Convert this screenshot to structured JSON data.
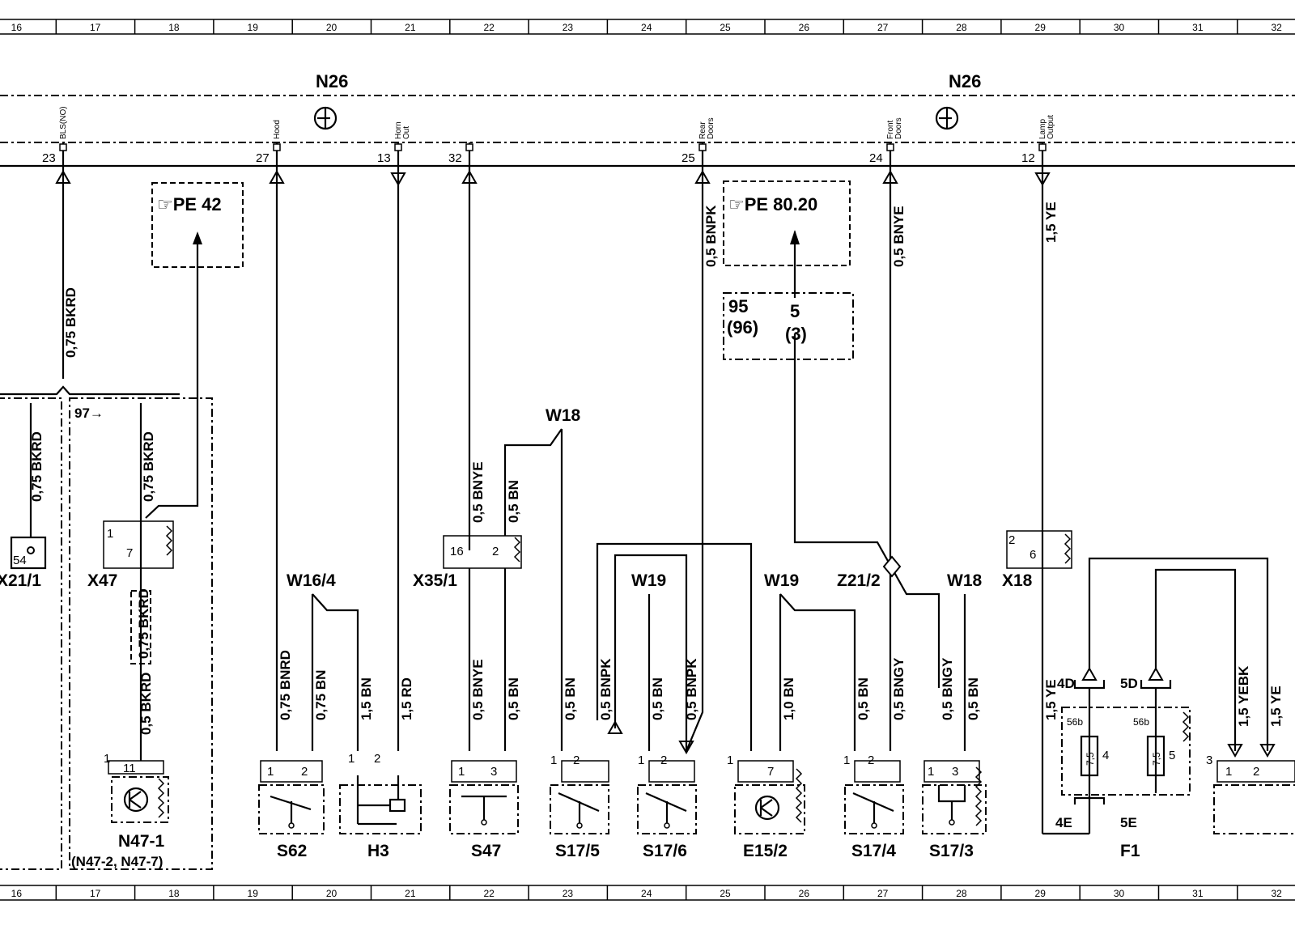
{
  "grid": {
    "columns": [
      "16",
      "17",
      "18",
      "19",
      "20",
      "21",
      "22",
      "23",
      "24",
      "25",
      "26",
      "27",
      "28",
      "29",
      "30",
      "31",
      "32"
    ]
  },
  "modules": {
    "n26_left": "N26",
    "n26_right": "N26"
  },
  "bus_pins": [
    {
      "id": "bls",
      "num": "23",
      "label": "BLS(NO)"
    },
    {
      "id": "hood",
      "num": "27",
      "label": "Hood"
    },
    {
      "id": "horn",
      "num": "13",
      "label": "Horn Out"
    },
    {
      "id": "p32",
      "num": "32",
      "label": ""
    },
    {
      "id": "rear",
      "num": "25",
      "label": "Rear Doors"
    },
    {
      "id": "front",
      "num": "24",
      "label": "Front Doors"
    },
    {
      "id": "lamp",
      "num": "12",
      "label": "Lamp Output"
    }
  ],
  "refs": {
    "pe42": "☞PE  42",
    "pe8020": "☞PE  80.20",
    "box95": "95",
    "box96": "(96)",
    "box5": "5",
    "box3": "(3)",
    "note97": "97→"
  },
  "wires": {
    "w_bls_top": "0,75  BKRD",
    "w_x21": "0,75  BKRD",
    "w_x47_top": "0,75  BKRD",
    "w_x47_mid": "0,75  BKRD",
    "w_x47_bot": "0,5  BKRD",
    "w_rear": "0,5  BNPK",
    "w_front": "0,5  BNYE",
    "w_lamp": "1,5  YE",
    "w_x35_a": "0,5  BNYE",
    "w_x35_b": "0,5  BN",
    "w_s62_1": "0,75  BNRD",
    "w_s62_2": "0,75  BN",
    "w_h3_1": "1,5  BN",
    "w_h3_2": "1,5  RD",
    "w_s47_1": "0,5  BNYE",
    "w_s47_2": "0,5  BN",
    "w_s175_1": "0,5  BN",
    "w_s175_2": "0,5  BNPK",
    "w_s176_1": "0,5  BN",
    "w_s176_2": "0,5  BNPK",
    "w_e152": "1,0  BN",
    "w_s174_1": "0,5  BN",
    "w_s174_2": "0,5  BNGY",
    "w_s173_1": "0,5  BNGY",
    "w_s173_2": "0,5  BN",
    "w_f1_1": "1,5  YE",
    "w_f1_2": "1,5  YEBK",
    "w_f1_3": "1,5  YE"
  },
  "connectors": {
    "x21": "X21/1",
    "x21_pin": "54",
    "x47": "X47",
    "x47_p1": "1",
    "x47_p7": "7",
    "x35": "X35/1",
    "x35_p16": "16",
    "x35_p2": "2",
    "x18": "X18",
    "x18_p2": "2",
    "x18_p6": "6",
    "w16_4": "W16/4",
    "w18_a": "W18",
    "w19_a": "W19",
    "w19_b": "W19",
    "z21_2": "Z21/2",
    "w18_b": "W18"
  },
  "components": {
    "n47": "N47-1",
    "n47_sub": "(N47-2, N47-7)",
    "s62": "S62",
    "h3": "H3",
    "s47": "S47",
    "s175": "S17/5",
    "s176": "S17/6",
    "e152": "E15/2",
    "s174": "S17/4",
    "s173": "S17/3",
    "f1": "F1"
  },
  "pins": {
    "n47_1": "1",
    "n47_11": "11",
    "s62_1": "1",
    "s62_2": "2",
    "h3_1": "1",
    "h3_2": "2",
    "s47_1": "1",
    "s47_3": "3",
    "s175_1": "1",
    "s175_2": "2",
    "s176_1": "1",
    "s176_2": "2",
    "e152_1": "1",
    "e152_7": "7",
    "s174_1": "1",
    "s174_2": "2",
    "s173_1": "1",
    "s173_3": "3",
    "f1_4d": "4D",
    "f1_5d": "5D",
    "f1_4e": "4E",
    "f1_5e": "5E",
    "f1_56b_a": "56b",
    "f1_56b_b": "56b",
    "f1_fuse4": "7,5",
    "f1_fuse5": "7,5",
    "f1_n4": "4",
    "f1_n5": "5",
    "right_3": "3",
    "right_1": "1",
    "right_2": "2"
  }
}
